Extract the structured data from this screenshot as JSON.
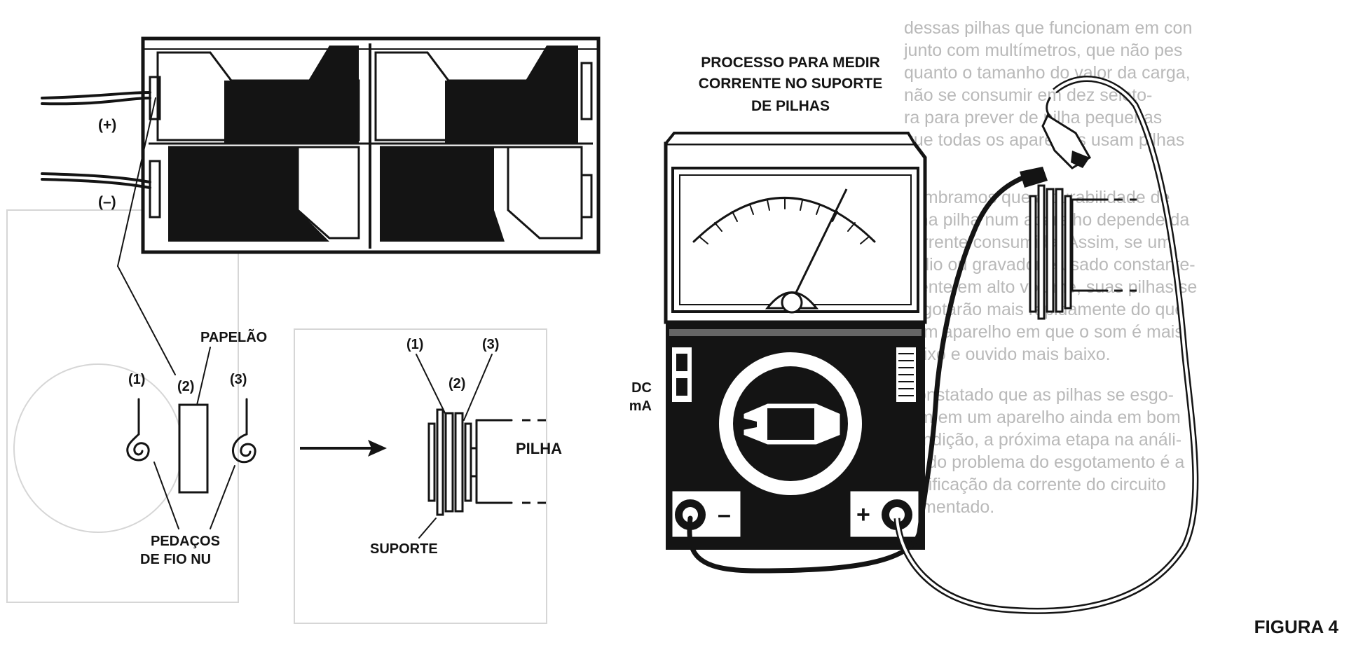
{
  "figure": {
    "caption": "FIGURA 4",
    "title_lines": [
      "PROCESSO PARA MEDIR",
      "CORRENTE NO SUPORTE",
      "DE PILHAS"
    ],
    "battery_holder": {
      "plus": "(+)",
      "minus": "(–)"
    },
    "exploded_view": {
      "part_1": "(1)",
      "part_2": "(2)",
      "part_3": "(3)",
      "papelao": "PAPELÃO",
      "wire_pieces_line1": "PEDAÇOS",
      "wire_pieces_line2": "DE  FIO  NU"
    },
    "assembled_view": {
      "part_1": "(1)",
      "part_2": "(2)",
      "part_3": "(3)",
      "pilha": "PILHA",
      "suporte": "SUPORTE"
    },
    "meter": {
      "range_line1": "DC",
      "range_line2": "mA",
      "terminal_negative": "–",
      "terminal_positive": "+"
    }
  },
  "background_text": [
    "dessas pilhas que funcionam em con",
    "junto com multímetros, que não pes",
    "quanto o tamanho do valor da carga,",
    "não se consumir em dez seleto-",
    "ra para prever de pilha pequenas",
    "que todas os aparelhos usam pilhas",
    "Lembramos que a durabilidade de",
    "uma pilha num aparelho depende da",
    "corrente consumida. Assim, se um",
    "rádio ou gravador é usado constante-",
    "mente em alto volume, suas pilhas se",
    "esgotarão mais rapidamente do que",
    "num aparelho em que o som é mais",
    "baixo e ouvido mais baixo.",
    "Constatado que as pilhas se esgo-",
    "tam em um aparelho ainda em bom",
    "condição, a próxima etapa na análi-",
    "se do problema do esgotamento é a",
    "verificação da corrente do circuito",
    "alimentado."
  ]
}
